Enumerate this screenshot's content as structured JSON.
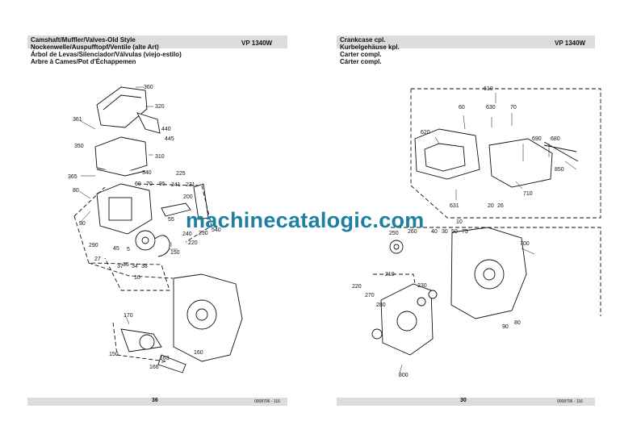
{
  "left_page": {
    "titles": [
      "Camshaft/Muffler/Valves-Old Style",
      "Nockenwelle/Auspufftopf/Ventile (alte Art)",
      "Árbol de Levas/Silenciador/Válvulas (viejo-estilo)",
      "Arbre à Cames/Pot d'Échappemen"
    ],
    "model": "VP 1340W",
    "page_number": "36",
    "doc_ref": "0008706 - 116",
    "callouts": [
      "360",
      "320",
      "361",
      "440",
      "445",
      "350",
      "310",
      "340",
      "365",
      "225",
      "60",
      "70",
      "95",
      "241",
      "231",
      "80",
      "200",
      "90",
      "55",
      "240",
      "230",
      "540",
      "290",
      "220",
      "5",
      "45",
      "27",
      "150",
      "37",
      "34",
      "38",
      "35",
      "10",
      "170",
      "160",
      "150",
      "163",
      "166"
    ]
  },
  "right_page": {
    "titles": [
      "Crankcase cpl.",
      "Kurbelgehäuse kpl.",
      "Carter compl.",
      "Cárter compl."
    ],
    "model": "VP 1340W",
    "page_number": "30",
    "doc_ref": "0008706 - 116",
    "callouts": [
      "610",
      "60",
      "630",
      "70",
      "620",
      "690",
      "680",
      "850",
      "710",
      "631",
      "20",
      "26",
      "10",
      "250",
      "260",
      "40",
      "30",
      "50",
      "75",
      "700",
      "210",
      "220",
      "230",
      "270",
      "280",
      "90",
      "80",
      "300"
    ]
  },
  "watermark": "machinecatalogic.com"
}
